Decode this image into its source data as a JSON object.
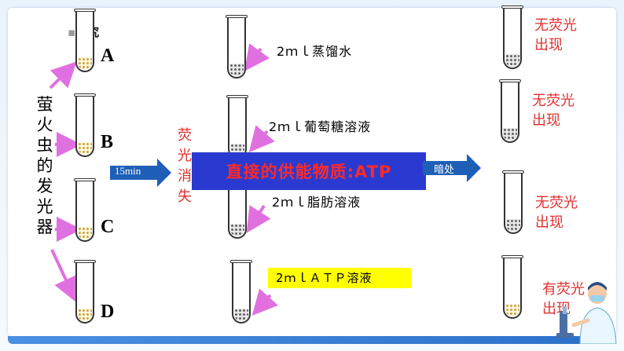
{
  "title": "探究",
  "groups": [
    {
      "letter": "A"
    },
    {
      "letter": "B"
    },
    {
      "letter": "C"
    },
    {
      "letter": "D"
    }
  ],
  "firefly_text": [
    "萤",
    "火",
    "虫",
    "的",
    "发",
    "光",
    "器"
  ],
  "time_label": "15min",
  "fluorescence_gone": [
    "荧",
    "光",
    "消",
    "失"
  ],
  "solutions": {
    "water": "2ｍｌ蒸馏水",
    "glucose": "2ｍｌ葡萄糖溶液",
    "fat": "2ｍｌ脂肪溶液",
    "atp": "2ｍｌＡＴＰ溶液"
  },
  "dark_label": "暗处",
  "conclusion": "直接的供能物质:ATP",
  "results": [
    {
      "line1": "无荧光",
      "line2": "出现"
    },
    {
      "line1": "无荧光",
      "line2": "出现"
    },
    {
      "line1": "无荧光",
      "line2": "出现"
    },
    {
      "line1": "有荧光",
      "line2": "出现"
    }
  ],
  "colors": {
    "accent_blue": "#2a3ad0",
    "arrow_blue": "#1f5fb8",
    "pink_arrow": "#e070e0",
    "red_text": "#e03030",
    "highlight": "#ffff00"
  }
}
